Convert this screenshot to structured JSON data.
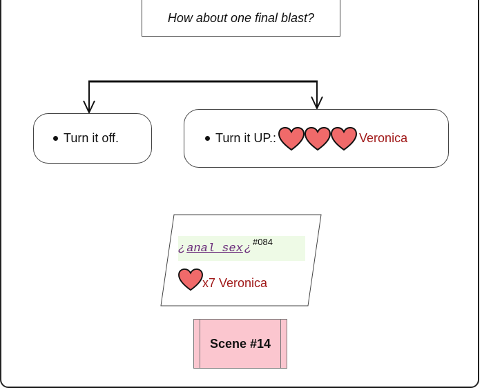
{
  "prompt": "How about one final blast?",
  "choices": [
    {
      "label": "Turn it off."
    },
    {
      "label": "Turn it UP.:",
      "hearts": 3,
      "character": "Veronica"
    }
  ],
  "scene_card": {
    "open_mark": "¿",
    "tag": "anal sex",
    "close_mark": "¿",
    "tag_number": "#084",
    "reward": "x7 Veronica"
  },
  "scene": {
    "label": "Scene #14"
  },
  "colors": {
    "heart_fill": "#f06a6a",
    "character_text": "#a01818",
    "scene_fill": "#fbc6cf",
    "tag_bg": "#eefae6",
    "tag_text": "#6a2b7a"
  }
}
